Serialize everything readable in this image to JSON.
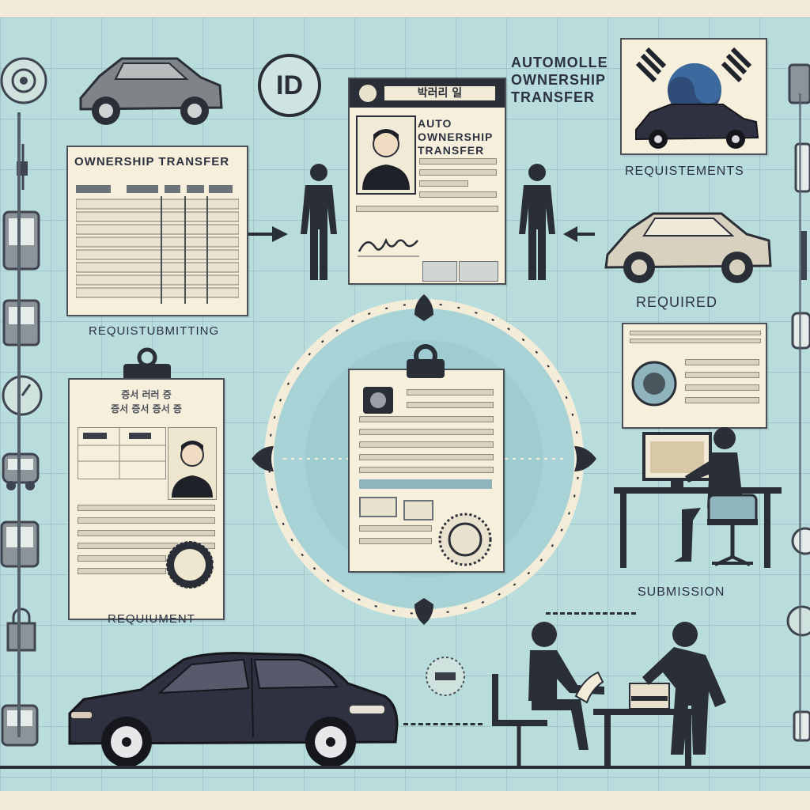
{
  "id_badge": "ID",
  "top_right_title": "AUTOMOLLE OWNERSHIP TRANSFER",
  "left_doc_title": "OWNERSHIP TRANSFER",
  "center_card_header": "박러리 일",
  "center_card_title": "AUTO OWNERSHIP TRANSFER",
  "caption_requisitements": "REQUISTEMENTS",
  "caption_required": "REQUIRED",
  "caption_requis_submitting": "REQUISTUBMITTING",
  "caption_requirement": "REQUIUMENT",
  "caption_submission": "SUBMISSION",
  "left_lower_doc_header_1": "증서 러러 증",
  "left_lower_doc_header_2": "증서 증서 증서 증",
  "colors": {
    "board": "#b9dcdd",
    "paper": "#f6efdc",
    "ink": "#2a2e36",
    "car_dark": "#2f3040",
    "car_gray": "#7e8487",
    "car_light": "#d9d1bf"
  }
}
